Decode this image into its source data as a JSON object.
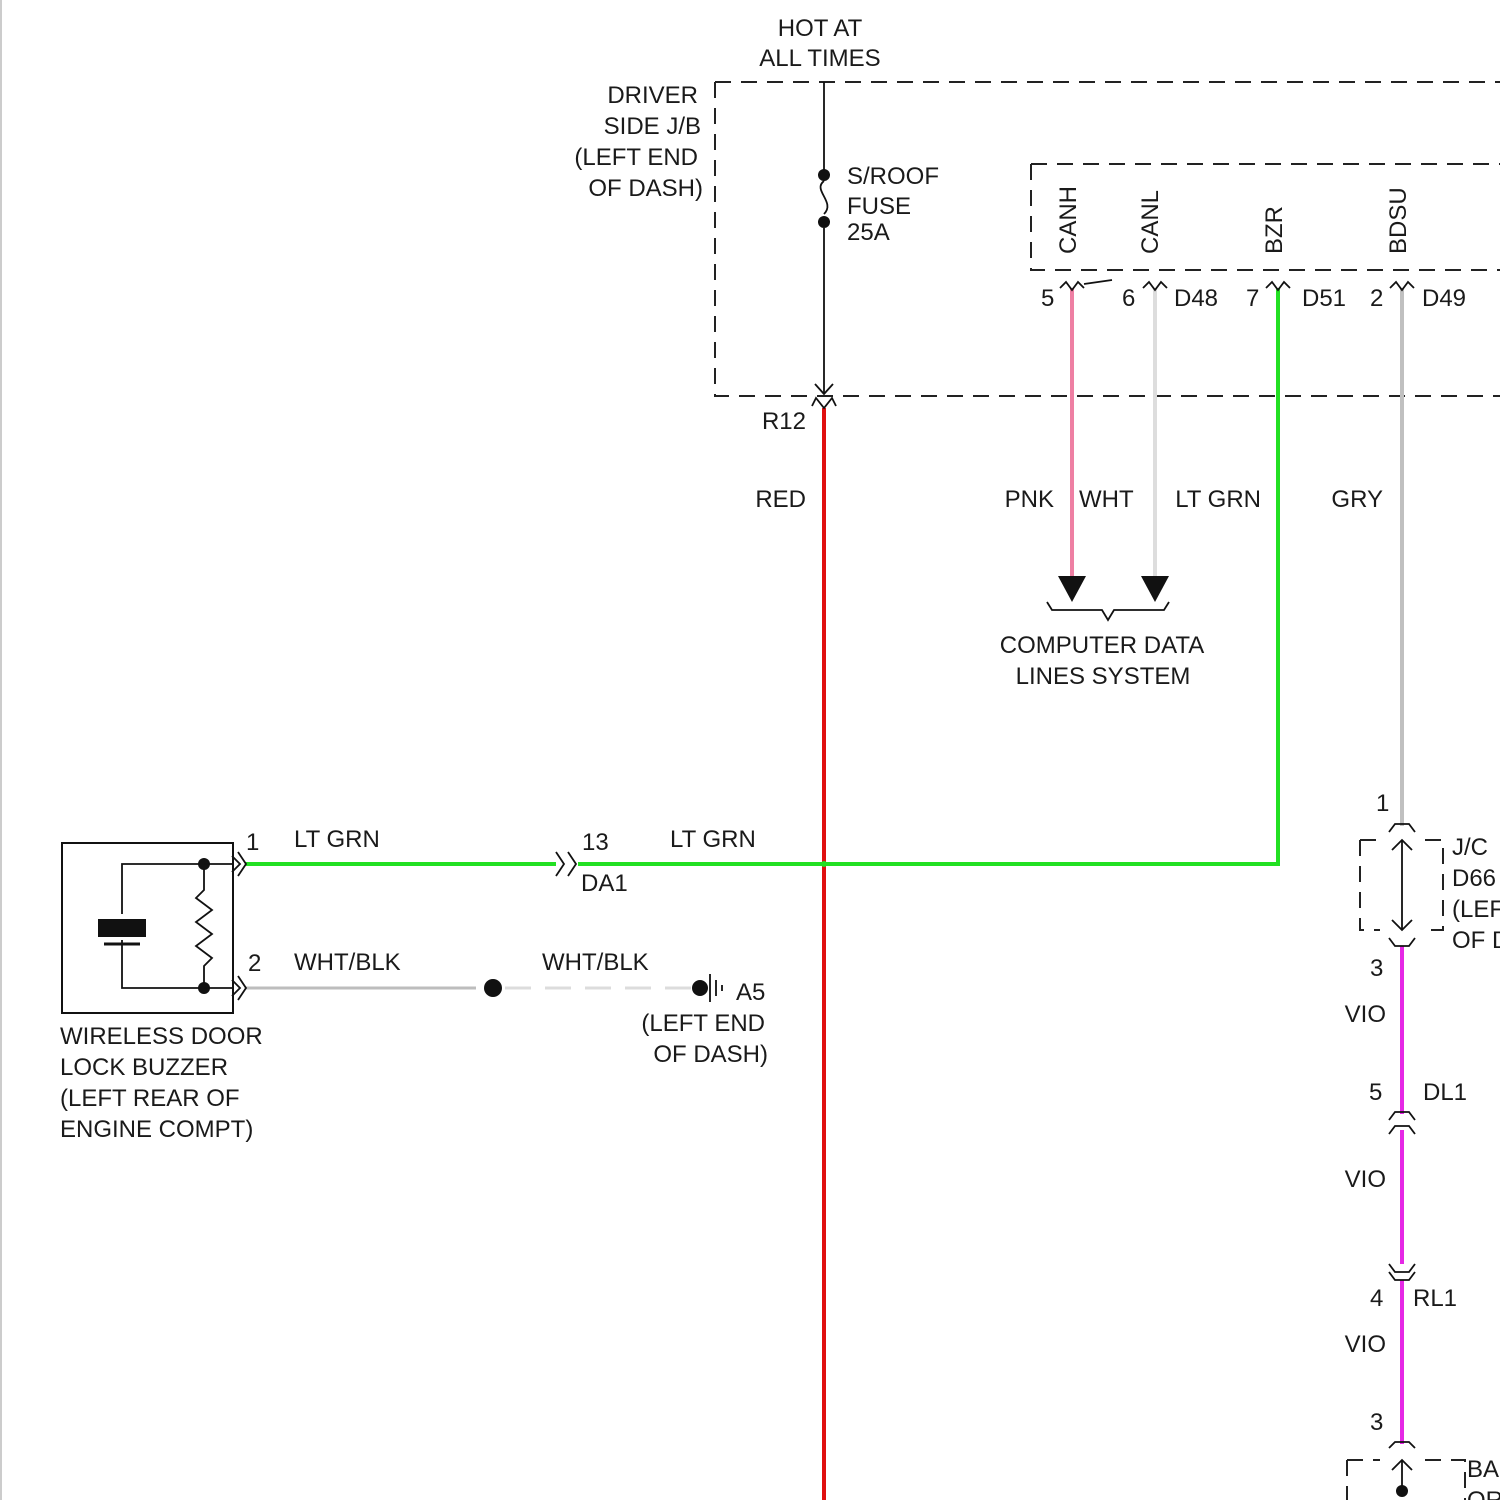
{
  "top_source": {
    "line1": "HOT AT",
    "line2": "ALL TIMES"
  },
  "driver_jb": {
    "l1": "DRIVER",
    "l2": "SIDE J/B",
    "l3": "(LEFT END",
    "l4": "OF DASH)"
  },
  "fuse": {
    "l1": "S/ROOF",
    "l2": "FUSE",
    "l3": "25A"
  },
  "connector_r12": "R12",
  "ecu_pins": [
    "CANH",
    "CANL",
    "BZR",
    "BDSU"
  ],
  "pins_top": {
    "p5": "5",
    "p6": "6",
    "d48": "D48",
    "p7": "7",
    "d51": "D51",
    "p2": "2",
    "d49": "D49"
  },
  "wires": {
    "red": "RED",
    "pnk": "PNK",
    "wht": "WHT",
    "ltgrn_top": "LT GRN",
    "gry": "GRY",
    "ltgrn_left": "LT GRN",
    "ltgrn_mid": "LT GRN",
    "whtblk_left": "WHT/BLK",
    "whtblk_right": "WHT/BLK",
    "vio1": "VIO",
    "vio2": "VIO",
    "vio3": "VIO"
  },
  "computer_data": {
    "l1": "COMPUTER DATA",
    "l2": "LINES SYSTEM"
  },
  "buzzer": {
    "pin1": "1",
    "pin2": "2",
    "l1": "WIRELESS DOOR",
    "l2": "LOCK BUZZER",
    "l3": "(LEFT REAR OF",
    "l4": "ENGINE COMPT)"
  },
  "da1": {
    "pin": "13",
    "name": "DA1"
  },
  "ground_a5": {
    "name": "A5",
    "l1": "(LEFT END",
    "l2": "OF DASH)"
  },
  "jc_d66": {
    "pin_top": "1",
    "pin_bottom": "3",
    "l1": "J/C",
    "l2": "D66",
    "l3": "(LEF",
    "l4": "OF D"
  },
  "dl1": {
    "pin": "5",
    "name": "DL1"
  },
  "rl1": {
    "pin": "4",
    "name": "RL1"
  },
  "bottom_conn": {
    "pin": "3",
    "l1": "BA",
    "l2": "OR"
  },
  "colors": {
    "red": "#e01010",
    "pink": "#ee7fa3",
    "white_wire": "#dddddd",
    "green": "#22e022",
    "gray": "#c0c0c0",
    "violet": "#e528e5",
    "whtblk": "#bdbdbd"
  }
}
